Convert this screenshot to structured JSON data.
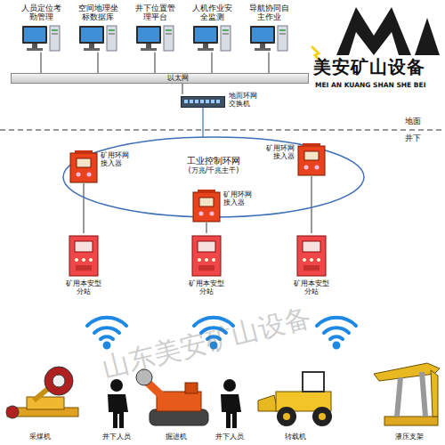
{
  "diagram": {
    "nodes": [
      {
        "text": [
          "人员定位考勤管理"
        ]
      },
      {
        "text": [
          "空间地理坐标数据库"
        ]
      },
      {
        "text": [
          "井下位置管理平台"
        ]
      },
      {
        "text": [
          "人机作业安全监测"
        ]
      },
      {
        "text": [
          "导航协同自主作业"
        ]
      },
      {
        "text": [
          "以太网"
        ]
      },
      {
        "text": [
          "地面环网交换机"
        ]
      },
      {
        "text": [
          "工业控制环网",
          "(万兆/千兆主干)"
        ]
      },
      {
        "text": [
          "矿用环网接入器"
        ]
      },
      {
        "text": [
          "矿用环网接入器"
        ]
      },
      {
        "text": [
          "矿用环网接入器"
        ]
      },
      {
        "text": [
          "矿用本安型分站"
        ]
      },
      {
        "text": [
          "矿用本安型分站"
        ]
      },
      {
        "text": [
          "矿用本安型分站"
        ]
      }
    ],
    "edges": [
      {
        "from": 0,
        "to": 5,
        "arrow": "none"
      },
      {
        "from": 1,
        "to": 5,
        "arrow": "none"
      },
      {
        "from": 2,
        "to": 5,
        "arrow": "none"
      },
      {
        "from": 3,
        "to": 5,
        "arrow": "none"
      },
      {
        "from": 4,
        "to": 5,
        "arrow": "none"
      },
      {
        "from": 5,
        "to": 6,
        "arrow": "none"
      },
      {
        "from": 6,
        "to": 7,
        "arrow": "none"
      },
      {
        "from": 8,
        "to": 11,
        "arrow": "none"
      },
      {
        "from": 9,
        "to": 12,
        "arrow": "none"
      },
      {
        "from": 10,
        "to": 13,
        "arrow": "none"
      }
    ],
    "labels": [
      "地面",
      "井下",
      "采煤机",
      "井下人员",
      "掘进机",
      "井下人员",
      "转载机",
      "液压支架",
      "美安矿山设备",
      "MEI AN KUANG SHAN SHE BEI",
      "山东美安矿山设备"
    ]
  }
}
